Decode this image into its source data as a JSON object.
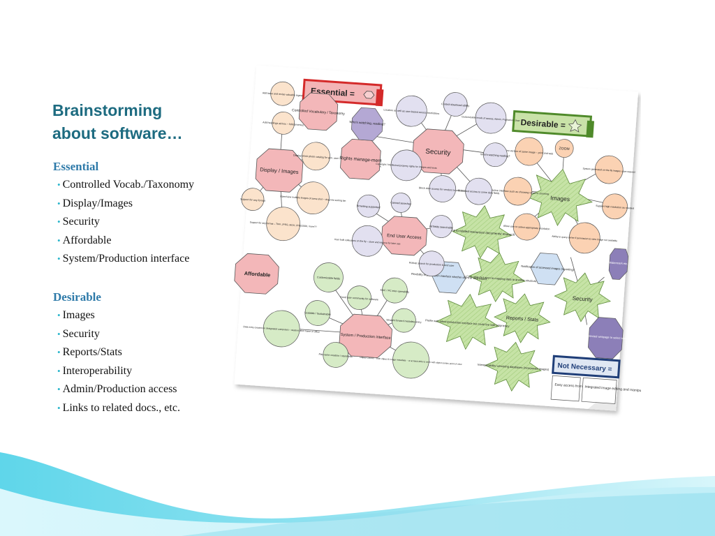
{
  "slide": {
    "title_lines": [
      "Brainstorming",
      "about software…"
    ],
    "sections": [
      {
        "heading": "Essential",
        "items": [
          "Controlled Vocab./Taxonomy",
          "Display/Images",
          "Security",
          "Affordable",
          "System/Production interface"
        ]
      },
      {
        "heading": "Desirable",
        "items": [
          "Images",
          "Security",
          "Reports/Stats",
          "Interoperability",
          "Admin/Production access",
          "Links to related docs., etc."
        ]
      }
    ]
  },
  "diagram": {
    "legend": {
      "essential": "Essential =",
      "desirable": "Desirable =",
      "not_necessary": "Not Necessary ="
    },
    "nodes": {
      "security": "Security",
      "rights": "Rights manage-ment",
      "display": "Display / Images",
      "vocab": "Controlled Vocabulary / Taxonomy",
      "end_user": "End User Access",
      "affordable": "Affordable",
      "system": "System / Production interface",
      "images": "Images",
      "security_desirable": "Security",
      "reports": "Reports / Stats",
      "links": "Link to related resources/ documents/ research",
      "dublin": "Dublin Core okay but open to mapping data to another structure",
      "admin": "Prefer web admin/production interface but could live with proprietary",
      "interop": "Interoperability w/existing databases (incorporate images)",
      "flex": "Flexibility of production interface whether client or web based",
      "notification": "Notification of accessed images (reporting)",
      "zoom": "ZOOM",
      "two_version": "Two version of same image – print and web",
      "interactive": "Interactive interface such as choosing views or zooming",
      "allow_user": "Allow user to select appropriate resolution",
      "ability": "Ability to query owner if permission to view image not available",
      "system_gen": "System generated on-the-fly images upon request",
      "support_high": "Support high resolution as needed",
      "password": "Password protected webpage to select stored images",
      "location": "Location as well as user-based access restrictions",
      "control": "Control download ability",
      "customizable_levels": "Customizable levels of access, Admin, Production, User",
      "whos_watching": "Who's watching, reading?",
      "whos_watching2": "Who's watching reading?",
      "copyright": "Copyright / intellectual property rights for images and texts",
      "block_door": "Block door access for vendors to and from",
      "restricted": "Restricted access to some data fields",
      "browsing": "Browsing supported",
      "canned": "Canned searches",
      "all_fields": "All fields searchable",
      "robust": "Robust search for production & end user",
      "user_built": "User built collections on the fly – store and retrieve for later use",
      "display_stock": "Display stock photo catalog for gen. user",
      "openview": "Open/view multiple images of same shot – drag into sorting bin",
      "support_formats": "Support for any format – TIFF, JPEG, MOV, JPEG2000, more??",
      "add_headings": "Add headings ad-hoc – folksonomies",
      "add_base": "Add base and revise valuable ingest",
      "support_any": "Support for any format",
      "customizable_fields": "Customizable fields",
      "good_user": "Good user community for software",
      "mac_pc": "MAC / PC inter-operability",
      "straightforward": "Straight forward metadata entry",
      "scalable": "Scalable / Sustainable",
      "data_entry": "Data entry created on designated computers – student labor home or office",
      "file_name": "File name creation / standards",
      "object_centric": "Object Centric – both object & image metadata – or at least able to work with object centric point of view",
      "easy_access": "Easy access from BANC",
      "integrated": "Integrated image editing and manipulation, NOT important",
      "watermark": "Watermark etc."
    }
  }
}
